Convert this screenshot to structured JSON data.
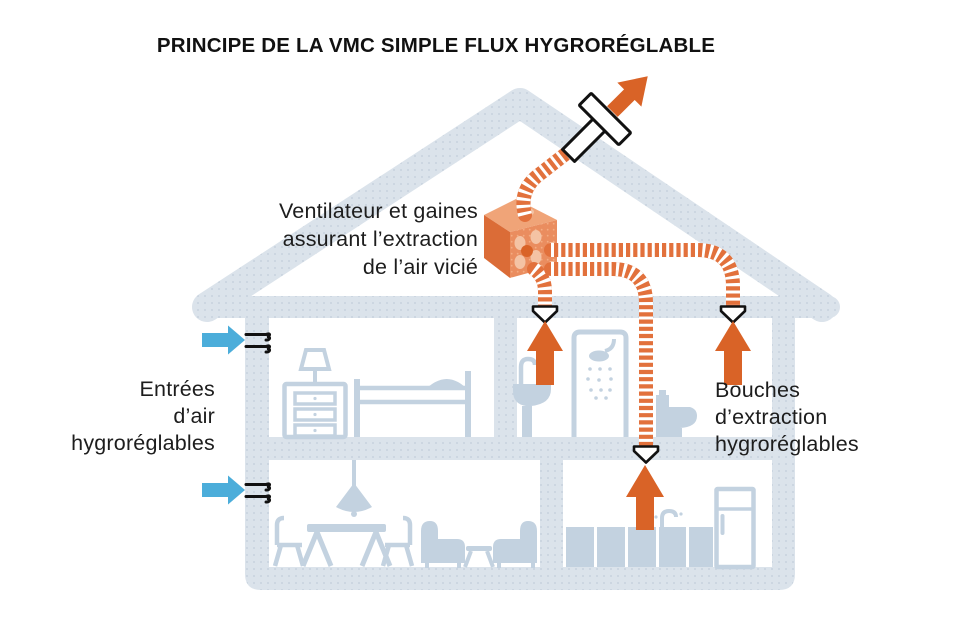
{
  "title": "PRINCIPE DE LA VMC SIMPLE FLUX HYGRORÉGLABLE",
  "labels": {
    "ventilator": {
      "lines": [
        "Ventilateur et gaines",
        "assurant l’extraction",
        "de l’air vicié"
      ]
    },
    "air_inlets": {
      "lines": [
        "Entrées",
        "d’air",
        "hygroréglables"
      ]
    },
    "extraction_vents": {
      "lines": [
        "Bouches",
        "d’extraction",
        "hygroréglables"
      ]
    }
  },
  "colors": {
    "house": "#dbe3eb",
    "house_dots": "#c8d3de",
    "furniture": "#c3d2e0",
    "duct": "#e2713c",
    "arrow": "#d96327",
    "inlet": "#4badda",
    "box_top": "#f0a478",
    "box_left": "#db6c37",
    "box_front": "#ea8d5f",
    "box_dots": "#f4ac82",
    "connector": "#f4c3a4",
    "ink": "#111111",
    "text": "#1d1d1d",
    "bg": "#ffffff"
  },
  "icons": {
    "exhaust-arrow": "orange arrow leaving roof outlet",
    "roof-outlet": "white T-shaped roof vent with black outline",
    "ventilator-box": "orange extraction unit cube with duct connectors",
    "duct": "orange striped flexible extraction duct",
    "duct-outlet-cap": "white ceiling outlet nozzle",
    "extraction-arrow": "orange upward airflow arrow",
    "air-inlet-arrow": "blue incoming airflow arrow",
    "air-inlet-grille": "black wall air-inlet lines"
  }
}
